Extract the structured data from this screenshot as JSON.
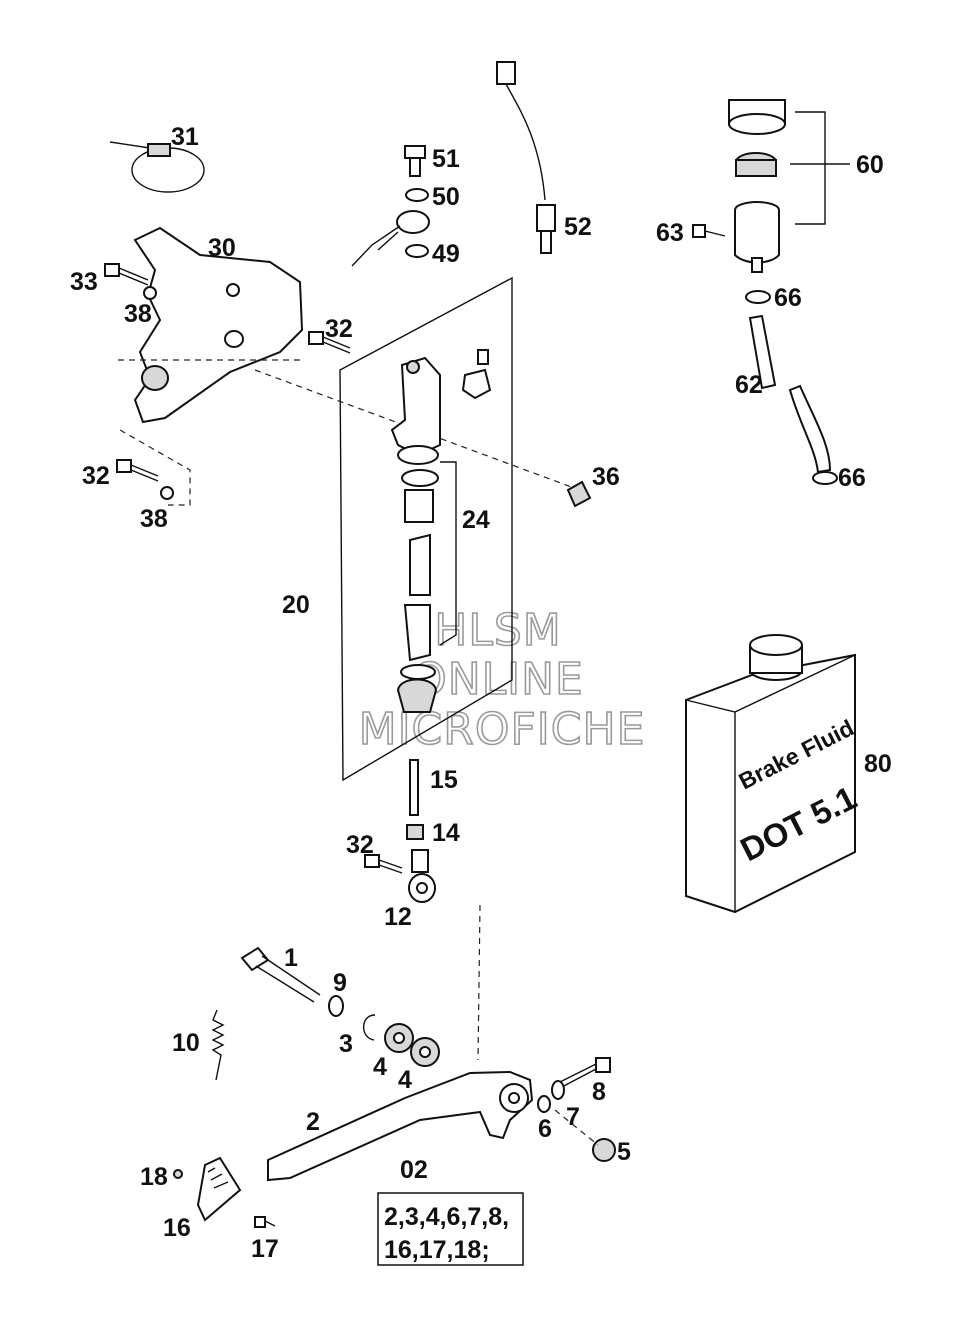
{
  "parts": [
    {
      "id": "31",
      "label": "31"
    },
    {
      "id": "30",
      "label": "30"
    },
    {
      "id": "33",
      "label": "33"
    },
    {
      "id": "38a",
      "label": "38"
    },
    {
      "id": "32a",
      "label": "32"
    },
    {
      "id": "32b",
      "label": "32"
    },
    {
      "id": "38b",
      "label": "38"
    },
    {
      "id": "51",
      "label": "51"
    },
    {
      "id": "50",
      "label": "50"
    },
    {
      "id": "49",
      "label": "49"
    },
    {
      "id": "52",
      "label": "52"
    },
    {
      "id": "60",
      "label": "60"
    },
    {
      "id": "63",
      "label": "63"
    },
    {
      "id": "66a",
      "label": "66"
    },
    {
      "id": "62",
      "label": "62"
    },
    {
      "id": "66b",
      "label": "66"
    },
    {
      "id": "36",
      "label": "36"
    },
    {
      "id": "24",
      "label": "24"
    },
    {
      "id": "20",
      "label": "20"
    },
    {
      "id": "15",
      "label": "15"
    },
    {
      "id": "14",
      "label": "14"
    },
    {
      "id": "32c",
      "label": "32"
    },
    {
      "id": "12",
      "label": "12"
    },
    {
      "id": "80",
      "label": "80"
    },
    {
      "id": "1",
      "label": "1"
    },
    {
      "id": "9",
      "label": "9"
    },
    {
      "id": "10",
      "label": "10"
    },
    {
      "id": "3",
      "label": "3"
    },
    {
      "id": "4a",
      "label": "4"
    },
    {
      "id": "4b",
      "label": "4"
    },
    {
      "id": "8",
      "label": "8"
    },
    {
      "id": "7",
      "label": "7"
    },
    {
      "id": "6",
      "label": "6"
    },
    {
      "id": "5",
      "label": "5"
    },
    {
      "id": "2",
      "label": "2"
    },
    {
      "id": "02",
      "label": "02"
    },
    {
      "id": "18",
      "label": "18"
    },
    {
      "id": "16",
      "label": "16"
    },
    {
      "id": "17",
      "label": "17"
    }
  ],
  "kit_box": {
    "line1": "2,3,4,6,7,8,",
    "line2": "16,17,18;"
  },
  "fluid_can": {
    "line1": "Brake Fluid",
    "line2": "DOT 5.1"
  },
  "watermark": {
    "line1": "HLSM",
    "line2": "ONLINE",
    "line3": "MICROFICHE"
  }
}
